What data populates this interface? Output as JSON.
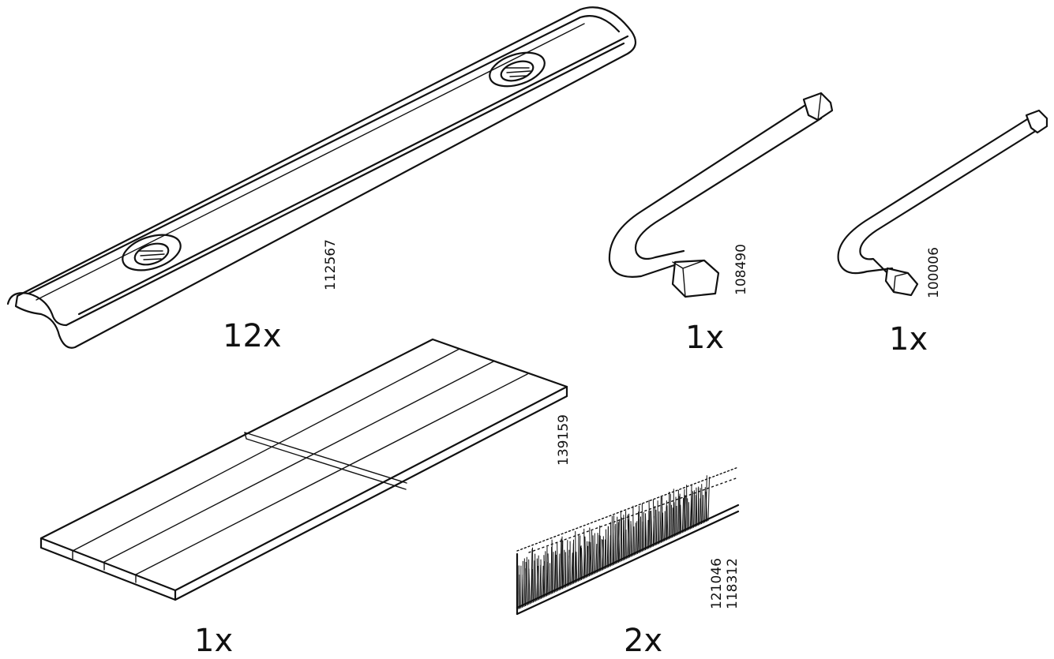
{
  "parts": [
    {
      "id": "rail",
      "icon": "connector-rail-icon",
      "part_number": "112567",
      "quantity": "12x"
    },
    {
      "id": "allen-key-large",
      "icon": "allen-key-icon",
      "part_number": "108490",
      "quantity": "1x"
    },
    {
      "id": "allen-key-small",
      "icon": "allen-key-icon",
      "part_number": "100006",
      "quantity": "1x"
    },
    {
      "id": "felt-pads",
      "icon": "felt-pad-strip-icon",
      "part_number": "139159",
      "quantity": "1x"
    },
    {
      "id": "brush-strip",
      "icon": "brush-strip-icon",
      "part_numbers": [
        "121046",
        "118312"
      ],
      "quantity": "2x"
    }
  ]
}
